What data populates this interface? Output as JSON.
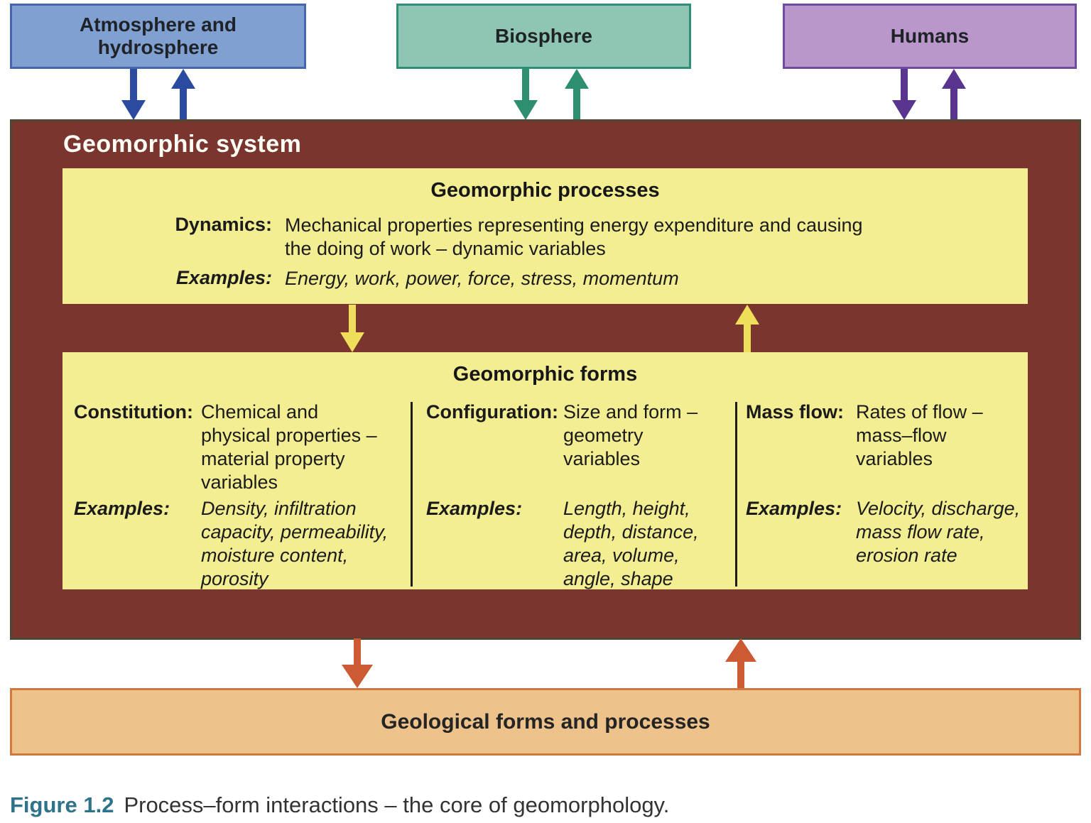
{
  "top_boxes": [
    {
      "label": "Atmosphere and\nhydrosphere"
    },
    {
      "label": "Biosphere"
    },
    {
      "label": "Humans"
    }
  ],
  "system": {
    "title": "Geomorphic system",
    "processes": {
      "title": "Geomorphic processes",
      "dynamics_label": "Dynamics:",
      "dynamics_text": "Mechanical properties representing energy expenditure and causing\nthe doing of work – dynamic variables",
      "examples_label": "Examples:",
      "examples_text": "Energy, work, power, force, stress, momentum"
    },
    "forms": {
      "title": "Geomorphic forms",
      "columns": [
        {
          "label": "Constitution:",
          "text": "Chemical and\nphysical properties –\nmaterial property\nvariables",
          "examples_label": "Examples:",
          "examples_text": "Density, infiltration\ncapacity, permeability,\nmoisture content,\nporosity"
        },
        {
          "label": "Configuration:",
          "text": "Size and form –\ngeometry\nvariables",
          "examples_label": "Examples:",
          "examples_text": "Length, height,\ndepth, distance,\narea, volume,\nangle, shape"
        },
        {
          "label": "Mass flow:",
          "text": "Rates of flow –\nmass–flow\nvariables",
          "examples_label": "Examples:",
          "examples_text": "Velocity, discharge,\nmass flow rate,\nerosion rate"
        }
      ]
    }
  },
  "geological": {
    "label": "Geological forms and processes"
  },
  "caption": {
    "prefix": "Figure 1.2",
    "text": "Process–form interactions – the core of geomorphology."
  },
  "colors": {
    "system_panel": "#7a352f",
    "inner_panels": "#f4ee92",
    "atmosphere_box": "#7fa0d1",
    "atmosphere_border": "#4565ae",
    "atmosphere_arrows": "#2a4b9f",
    "biosphere_box": "#8fc5b3",
    "biosphere_border": "#2e8e77",
    "biosphere_arrows": "#2e8e70",
    "humans_box": "#ba97ca",
    "humans_border": "#6f4b9f",
    "humans_arrows": "#5a3590",
    "process_form_arrows": "#eede59",
    "geological_box": "#edc28b",
    "geological_border": "#d0793f",
    "geological_arrows": "#cc5a33",
    "caption_accent": "#2e7389"
  }
}
